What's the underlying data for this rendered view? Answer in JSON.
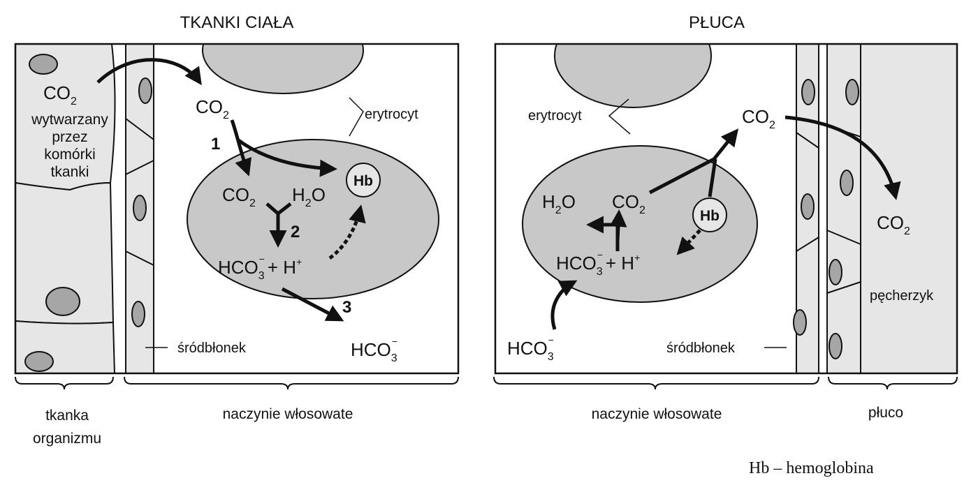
{
  "left_panel": {
    "title": "TKANKI  CIAŁA",
    "co2_source": "CO",
    "co2_sub": "2",
    "source_lines": [
      "wytwarzany",
      "przez",
      "komórki",
      "tkanki"
    ],
    "co2_plasma": "CO",
    "co2_plasma_sub": "2",
    "erythrocyte_label": "erytrocyt",
    "step1": "1",
    "step2": "2",
    "step3": "3",
    "co2_inner": "CO",
    "co2_inner_sub": "2",
    "h2o": "H",
    "h2o_sub": "2",
    "h2o_tail": "O",
    "hb": "Hb",
    "hco3_h": "HCO",
    "hco3_sub": "3",
    "hco3_sup": "−",
    "plus_h": "+ H",
    "plus_h_sup": "+",
    "hco3_out": "HCO",
    "hco3_out_sub": "3",
    "hco3_out_sup": "−",
    "endothelium_label": "śródbłonek",
    "brace_tissue": [
      "tkanka",
      "organizmu"
    ],
    "brace_capillary": "naczynie włosowate"
  },
  "right_panel": {
    "title": "PŁUCA",
    "erythrocyte_label": "erytrocyt",
    "co2_out": "CO",
    "co2_out_sub": "2",
    "co2_alv": "CO",
    "co2_alv_sub": "2",
    "h2o": "H",
    "h2o_sub": "2",
    "h2o_tail": "O",
    "co2_inner": "CO",
    "co2_inner_sub": "2",
    "hb": "Hb",
    "hco3_h": "HCO",
    "hco3_sub": "3",
    "hco3_sup": "−",
    "plus_h": "+ H",
    "plus_h_sup": "+",
    "hco3_in": "HCO",
    "hco3_in_sub": "3",
    "hco3_in_sup": "−",
    "endothelium_label": "śródbłonek",
    "alveolus_label": "pęcherzyk",
    "brace_capillary": "naczynie włosowate",
    "brace_lung": "płuco"
  },
  "legend": "Hb – hemoglobina",
  "colors": {
    "cell_fill": "#e6e6e6",
    "erythrocyte_fill": "#c8c8c8",
    "nucleus_fill": "#a6a6a6",
    "stroke": "#111111"
  }
}
